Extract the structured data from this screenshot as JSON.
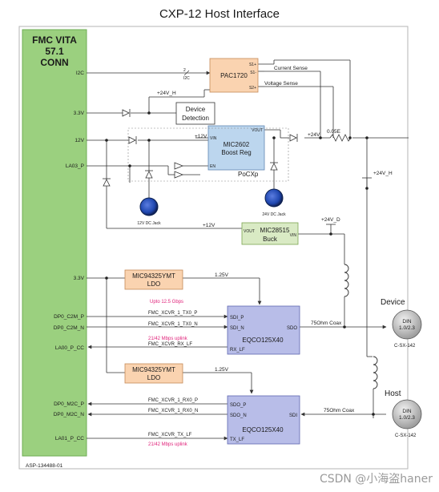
{
  "title": "CXP-12 Host Interface",
  "fmc": {
    "line1": "FMC VITA",
    "line2": "57.1",
    "line3": "CONN",
    "part": "ASP-134488-01",
    "pins": {
      "i2c": "I2C",
      "v33_top": "3.3V",
      "v12": "12V",
      "la03": "LA03_P",
      "v33_mid": "3.3V",
      "dp0_c2m_p": "DP0_C2M_P",
      "dp0_c2m_n": "DP0_C2M_N",
      "la00": "LA00_P_CC",
      "dp0_m2c_p": "DP0_M2C_P",
      "dp0_m2c_n": "DP0_M2C_N",
      "la01": "LA01_P_CC"
    }
  },
  "pac": {
    "name": "PAC1720",
    "s1p": "S1+",
    "s1m": "S1-",
    "s2p": "S2+",
    "bus_count": "2",
    "bus_label": "I2C",
    "current_sense": "Current Sense",
    "voltage_sense": "Voltage Sense"
  },
  "device_detection": {
    "line1": "Device",
    "line2": "Detection"
  },
  "rail_24v_h": "+24V_H",
  "mic2602": {
    "line1": "MIC2602",
    "line2": "Boost Reg",
    "vin": "VIN",
    "vout": "VOUT",
    "en": "EN",
    "plus12v": "+12V",
    "plus24v": "+24V",
    "sense_r": "0.05E",
    "pocxp": "PoCXp"
  },
  "jacks": {
    "j12": "12V DC Jack",
    "j24": "24V DC Jack"
  },
  "right_24v_h": "+24V_H",
  "mic28515": {
    "line1": "MIC28515",
    "line2": "Buck",
    "vout": "VOUT",
    "vin": "VIN",
    "plus12v": "+12V",
    "plus24v_d": "+24V_D"
  },
  "ldo1": {
    "line1": "MIC94325YMT",
    "line2": "LDO",
    "out": "1.25V"
  },
  "ldo2": {
    "line1": "MIC94325YMT",
    "line2": "LDO",
    "out": "1.25V"
  },
  "eq1": {
    "name": "EQCO125X40",
    "sdi_p": "SDI_P",
    "sdi_n": "SDI_N",
    "rx_lf": "RX_LF",
    "sdo": "SDO",
    "speed": "Upto 12.5 Gbps",
    "net_p": "FMC_XCVR_1_TX0_P",
    "net_n": "FMC_XCVR_1_TX0_N",
    "uplink": "21/42 Mbps uplink",
    "net_lf": "FMC_XCVR_RX_LF",
    "coax": "75Ohm Coax"
  },
  "eq2": {
    "name": "EQCO125X40",
    "sdo_p": "SDO_P",
    "sdo_n": "SDO_N",
    "tx_lf": "TX_LF",
    "sdi": "SDI",
    "net_p": "FMC_XCVR_1_RX0_P",
    "net_n": "FMC_XCVR_1_RX0_N",
    "net_lf": "FMC_XCVR_TX_LF",
    "uplink": "21/42 Mbps uplink",
    "coax": "75Ohm Coax"
  },
  "device_conn": {
    "title": "Device",
    "line1": "DIN",
    "line2": "1.0/2.3",
    "part": "C-SX-142"
  },
  "host_conn": {
    "title": "Host",
    "line1": "DIN",
    "line2": "1.0/2.3",
    "part": "C-SX-142"
  },
  "watermark": "CSDN @小海盗haner",
  "colors": {
    "fmc_fill": "#9bd07f",
    "pac_fill": "#fad3b0",
    "boost_fill": "#bcd6ee",
    "buck_fill": "#d9eac4",
    "ldo_fill": "#fad3b0",
    "eq_fill": "#b8bde8",
    "jack_blue": "#2a52b8",
    "pink_text": "#e0227a"
  }
}
